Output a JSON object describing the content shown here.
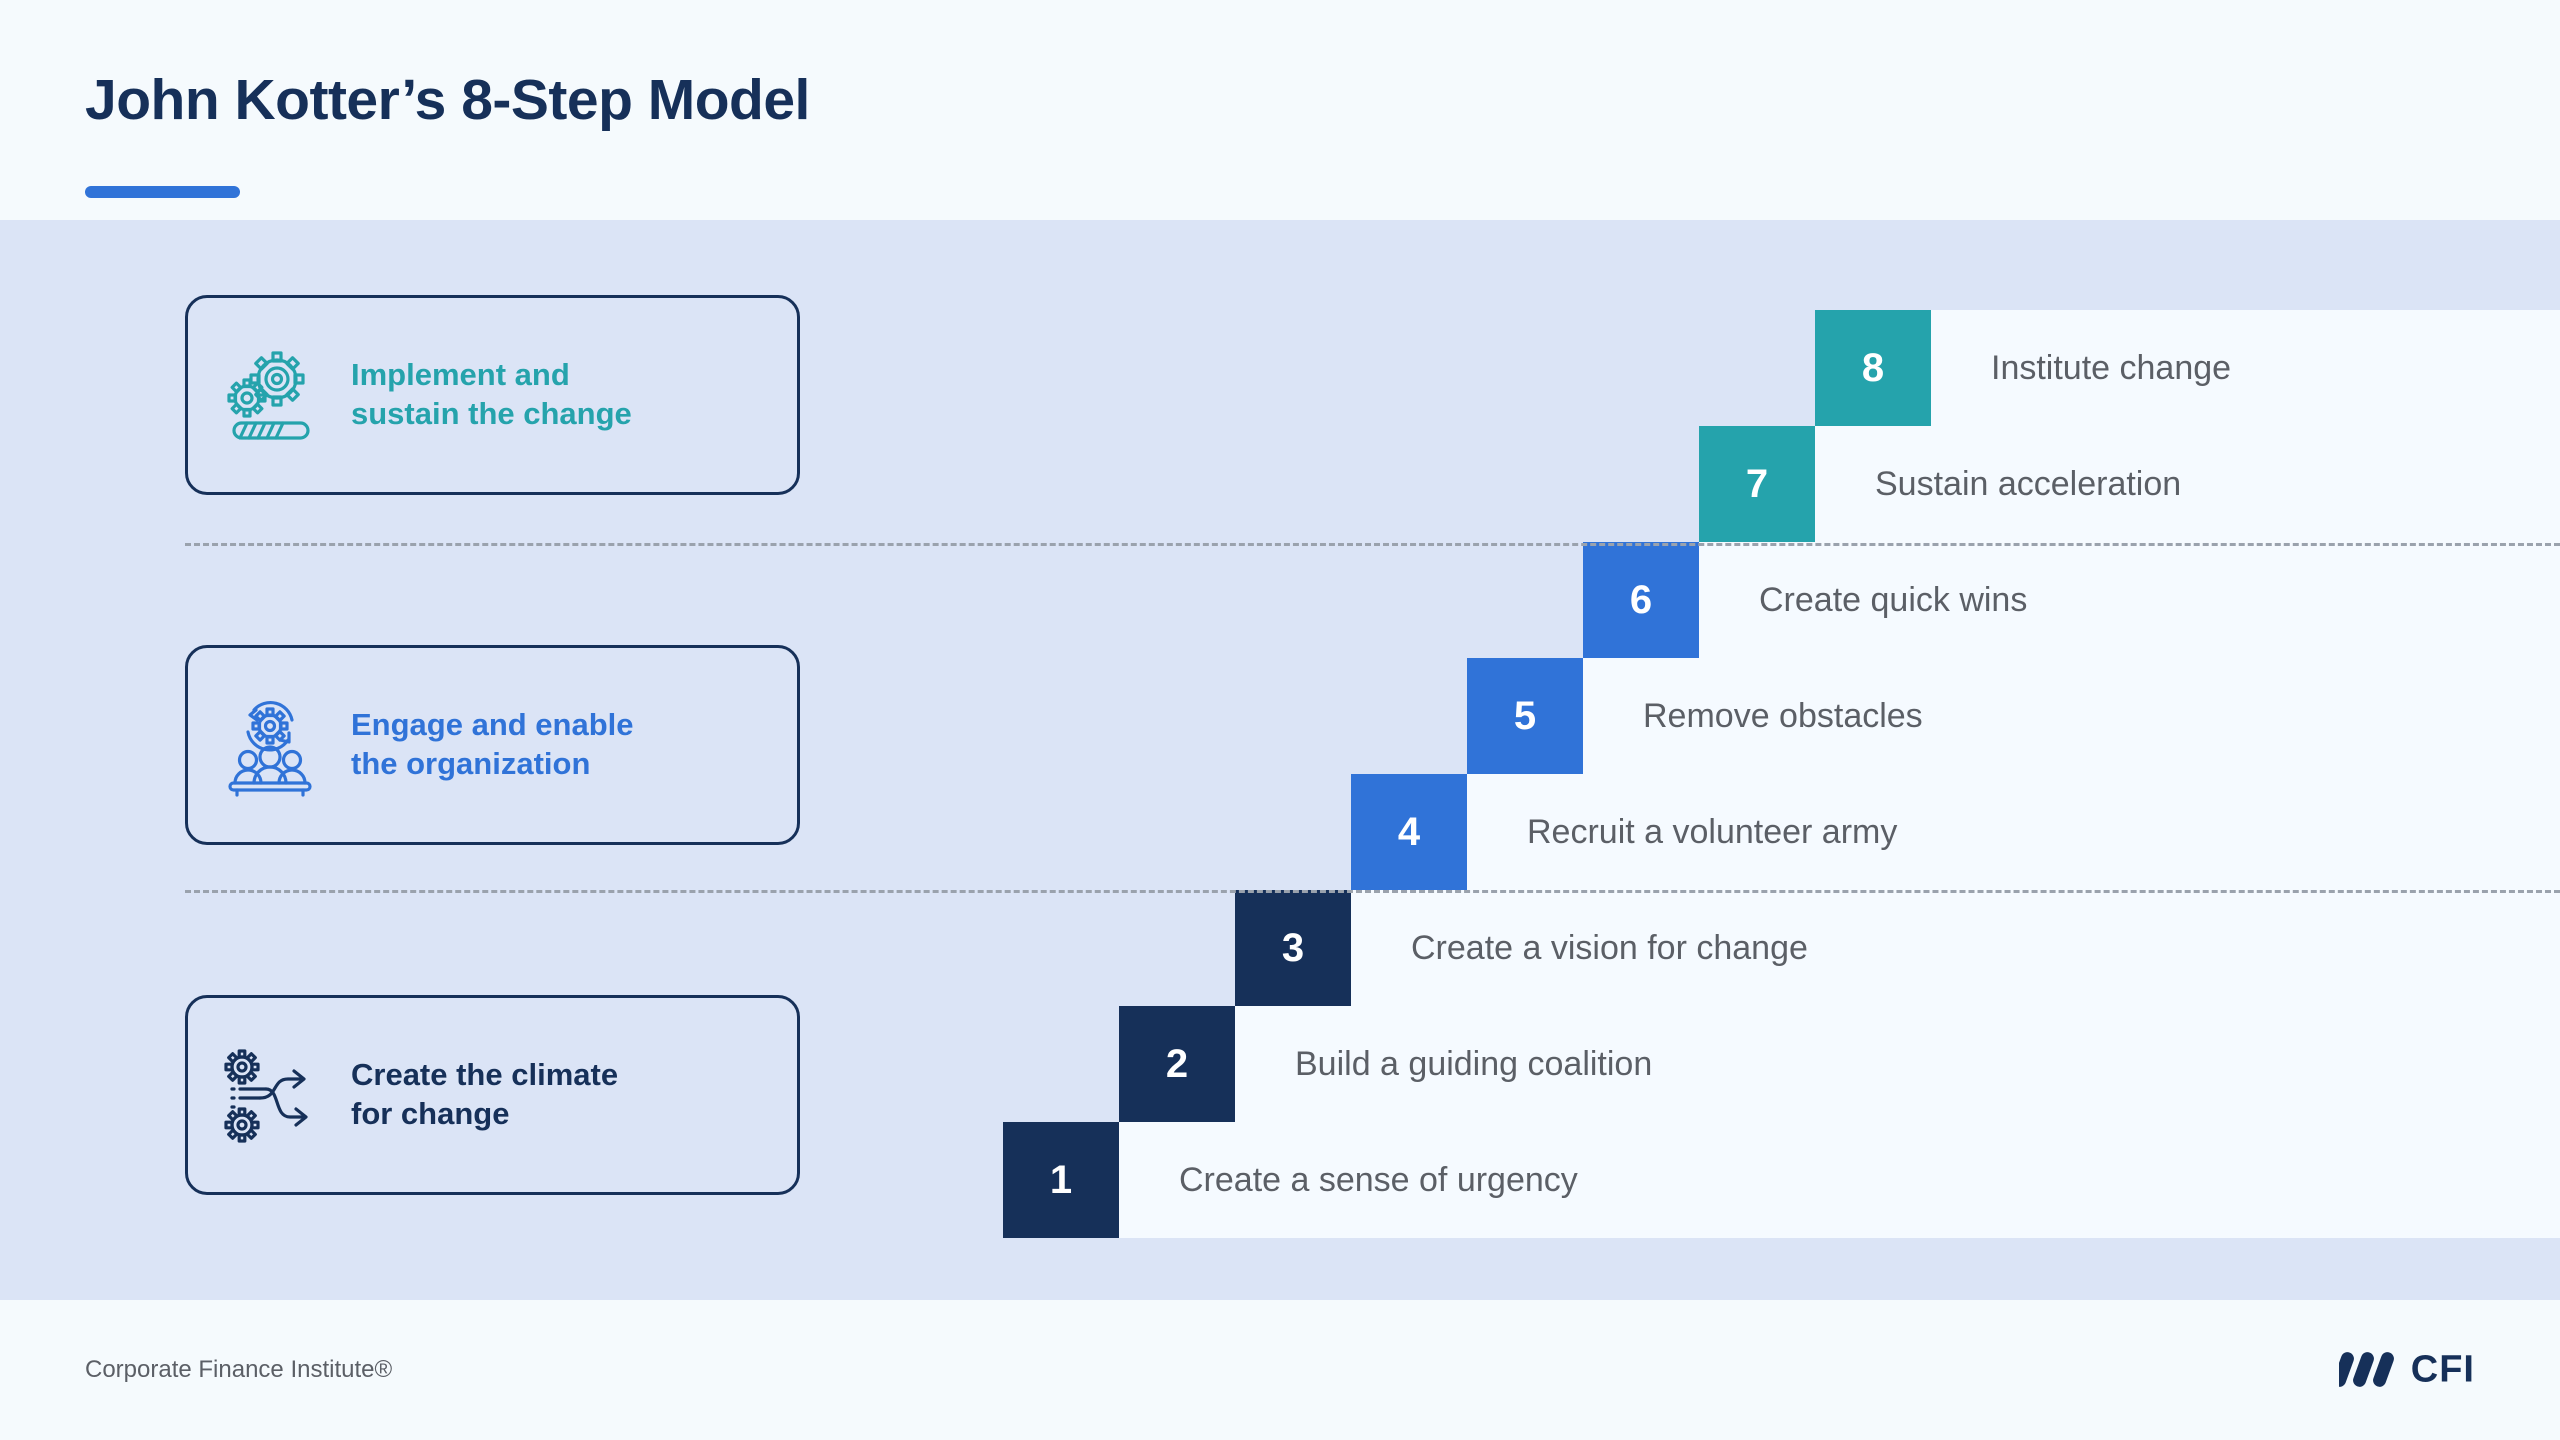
{
  "header": {
    "title": "John Kotter’s 8-Step Model",
    "accent_color": "#3073d8",
    "title_color": "#163059"
  },
  "colors": {
    "page_bg": "#f5fafd",
    "band_bg": "#dbe4f6",
    "row_bg": "#f5faff",
    "navy": "#163059",
    "blue": "#3073d8",
    "teal": "#25a3ac",
    "label_text": "#5b5f66",
    "divider": "#9aa2ad"
  },
  "phases": [
    {
      "id": "implement",
      "icon": "gears-progress-icon",
      "line1": "Implement and",
      "line2": "sustain the change",
      "color": "#25a3ac"
    },
    {
      "id": "engage",
      "icon": "gear-people-icon",
      "line1": "Engage and enable",
      "line2": "the organization",
      "color": "#3073d8"
    },
    {
      "id": "climate",
      "icon": "gears-arrows-icon",
      "line1": "Create the climate",
      "line2": "for change",
      "color": "#163059"
    }
  ],
  "steps": [
    {
      "number": "8",
      "label": "Institute change",
      "color": "#25a3ac"
    },
    {
      "number": "7",
      "label": "Sustain acceleration",
      "color": "#25a3ac"
    },
    {
      "number": "6",
      "label": "Create quick wins",
      "color": "#3073d8"
    },
    {
      "number": "5",
      "label": "Remove obstacles",
      "color": "#3073d8"
    },
    {
      "number": "4",
      "label": "Recruit a volunteer army",
      "color": "#3073d8"
    },
    {
      "number": "3",
      "label": "Create a vision for change",
      "color": "#163059"
    },
    {
      "number": "2",
      "label": "Build a guiding coalition",
      "color": "#163059"
    },
    {
      "number": "1",
      "label": "Create a sense of urgency",
      "color": "#163059"
    }
  ],
  "footer": {
    "attribution": "Corporate Finance Institute®",
    "logo_word": "CFI"
  }
}
